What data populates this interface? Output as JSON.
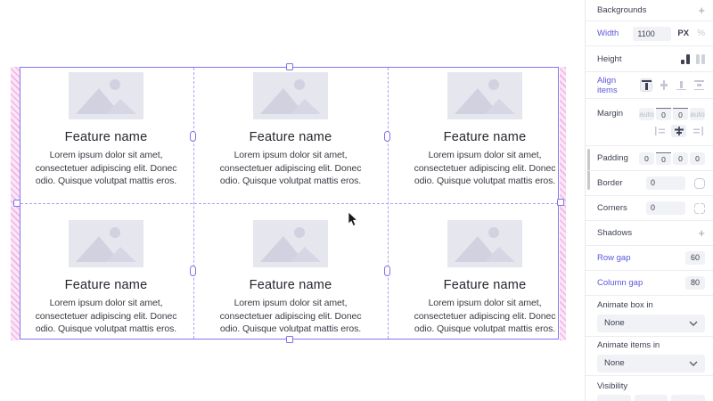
{
  "colors": {
    "selection_purple": "#8478f1",
    "divider_purple": "#aba2f4",
    "margin_pink": "#f2b4e4",
    "accent_label": "#5b57dd",
    "placeholder_bg": "#e6e6ef",
    "placeholder_glyph": "#d1d1e0"
  },
  "canvas": {
    "cards": [
      {
        "title": "Feature name",
        "line1": "Lorem ipsum dolor sit amet,",
        "line2": "consectetuer adipiscing elit. Donec",
        "line3": "odio. Quisque volutpat mattis eros."
      },
      {
        "title": "Feature name",
        "line1": "Lorem ipsum dolor sit amet,",
        "line2": "consectetuer adipiscing elit. Donec",
        "line3": "odio. Quisque volutpat mattis eros."
      },
      {
        "title": "Feature name",
        "line1": "Lorem ipsum dolor sit amet,",
        "line2": "consectetuer adipiscing elit. Donec",
        "line3": "odio. Quisque volutpat mattis eros."
      },
      {
        "title": "Feature name",
        "line1": "Lorem ipsum dolor sit amet,",
        "line2": "consectetuer adipiscing elit. Donec",
        "line3": "odio. Quisque volutpat mattis eros."
      },
      {
        "title": "Feature name",
        "line1": "Lorem ipsum dolor sit amet,",
        "line2": "consectetuer adipiscing elit. Donec",
        "line3": "odio. Quisque volutpat mattis eros."
      },
      {
        "title": "Feature name",
        "line1": "Lorem ipsum dolor sit amet,",
        "line2": "consectetuer adipiscing elit. Donec",
        "line3": "odio. Quisque volutpat mattis eros."
      }
    ]
  },
  "panel": {
    "backgrounds": {
      "label": "Backgrounds",
      "add": "+"
    },
    "width": {
      "label": "Width",
      "value": "1100",
      "unit_px": "PX",
      "unit_pct": "%"
    },
    "height": {
      "label": "Height"
    },
    "align_items": {
      "label": "Align items"
    },
    "margin": {
      "label": "Margin",
      "values": [
        "auto",
        "0",
        "0",
        "auto"
      ]
    },
    "padding": {
      "label": "Padding",
      "values": [
        "0",
        "0",
        "0",
        "0"
      ]
    },
    "border": {
      "label": "Border",
      "value": "0"
    },
    "corners": {
      "label": "Corners",
      "value": "0"
    },
    "shadows": {
      "label": "Shadows",
      "add": "+"
    },
    "row_gap": {
      "label": "Row gap",
      "value": "60"
    },
    "column_gap": {
      "label": "Column gap",
      "value": "80"
    },
    "animate_box": {
      "label": "Animate box in",
      "value": "None"
    },
    "animate_items": {
      "label": "Animate items in",
      "value": "None"
    },
    "visibility": {
      "label": "Visibility"
    }
  }
}
